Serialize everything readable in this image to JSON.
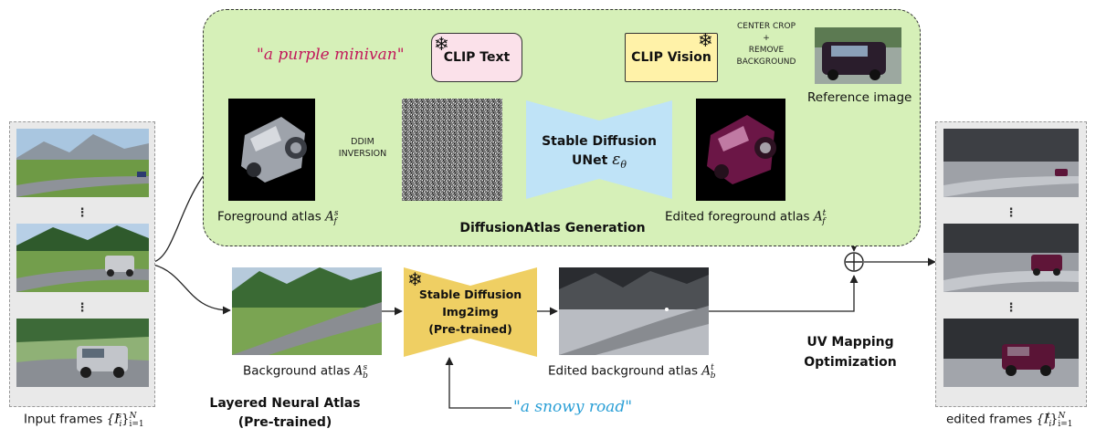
{
  "input_panel": {
    "caption_prefix": "Input frames ",
    "caption_math": "{I",
    "caption_sub": "i",
    "caption_sup": "s",
    "caption_end": "}",
    "caption_range": "N",
    "caption_range_sub": "i=1",
    "dots": "⋮"
  },
  "output_panel": {
    "caption_prefix": "edited frames ",
    "caption_math": "{I",
    "caption_sub": "i",
    "caption_sup": "t",
    "caption_end": "}",
    "caption_range": "N",
    "caption_range_sub": "i=1",
    "dots": "⋮"
  },
  "diffusion_atlas": {
    "title": "DiffusionAtlas Generation",
    "prompt_text": "\"a purple minivan\"",
    "clip_text_label": "CLIP Text",
    "clip_vision_label": "CLIP Vision",
    "star": "❄",
    "center_crop_line1": "CENTER CROP",
    "center_crop_plus": "+",
    "center_crop_line2": "REMOVE BACKGROUND",
    "reference_caption": "Reference image",
    "ddim_line1": "DDIM",
    "ddim_line2": "INVERSION",
    "unet_line1": "Stable Diffusion",
    "unet_line2": "UNet ",
    "unet_eps": "ε",
    "unet_theta": "θ",
    "fg_atlas_caption": "Foreground atlas ",
    "fg_atlas_var": "A",
    "fg_atlas_sup": "s",
    "fg_atlas_sub": "f",
    "edited_fg_caption": "Edited foreground atlas ",
    "edited_fg_var": "A",
    "edited_fg_sup": "t",
    "edited_fg_sub": "f"
  },
  "background": {
    "bg_atlas_caption": "Background atlas ",
    "bg_atlas_var": "A",
    "bg_atlas_sup": "s",
    "bg_atlas_sub": "b",
    "img2img_line1": "Stable Diffusion",
    "img2img_line2": "Img2img",
    "img2img_line3": "(Pre-trained)",
    "edited_bg_caption": "Edited background atlas ",
    "edited_bg_var": "A",
    "edited_bg_sup": "t",
    "edited_bg_sub": "b",
    "snowy_prompt": "\"a snowy road\"",
    "lna_line1": "Layered Neural Atlas",
    "lna_line2": "(Pre-trained)"
  },
  "uv_mapping": {
    "line1": "UV Mapping",
    "line2": "Optimization"
  },
  "colors": {
    "green_box": "#d6f0b8",
    "clip_text_fill": "#fbe1ea",
    "clip_vision_fill": "#fff2a8",
    "unet_fill": "#bfe3f7",
    "img2img_fill": "#efcf63",
    "prompt_purple": "#c2185b",
    "prompt_blue": "#2a9fd6"
  }
}
